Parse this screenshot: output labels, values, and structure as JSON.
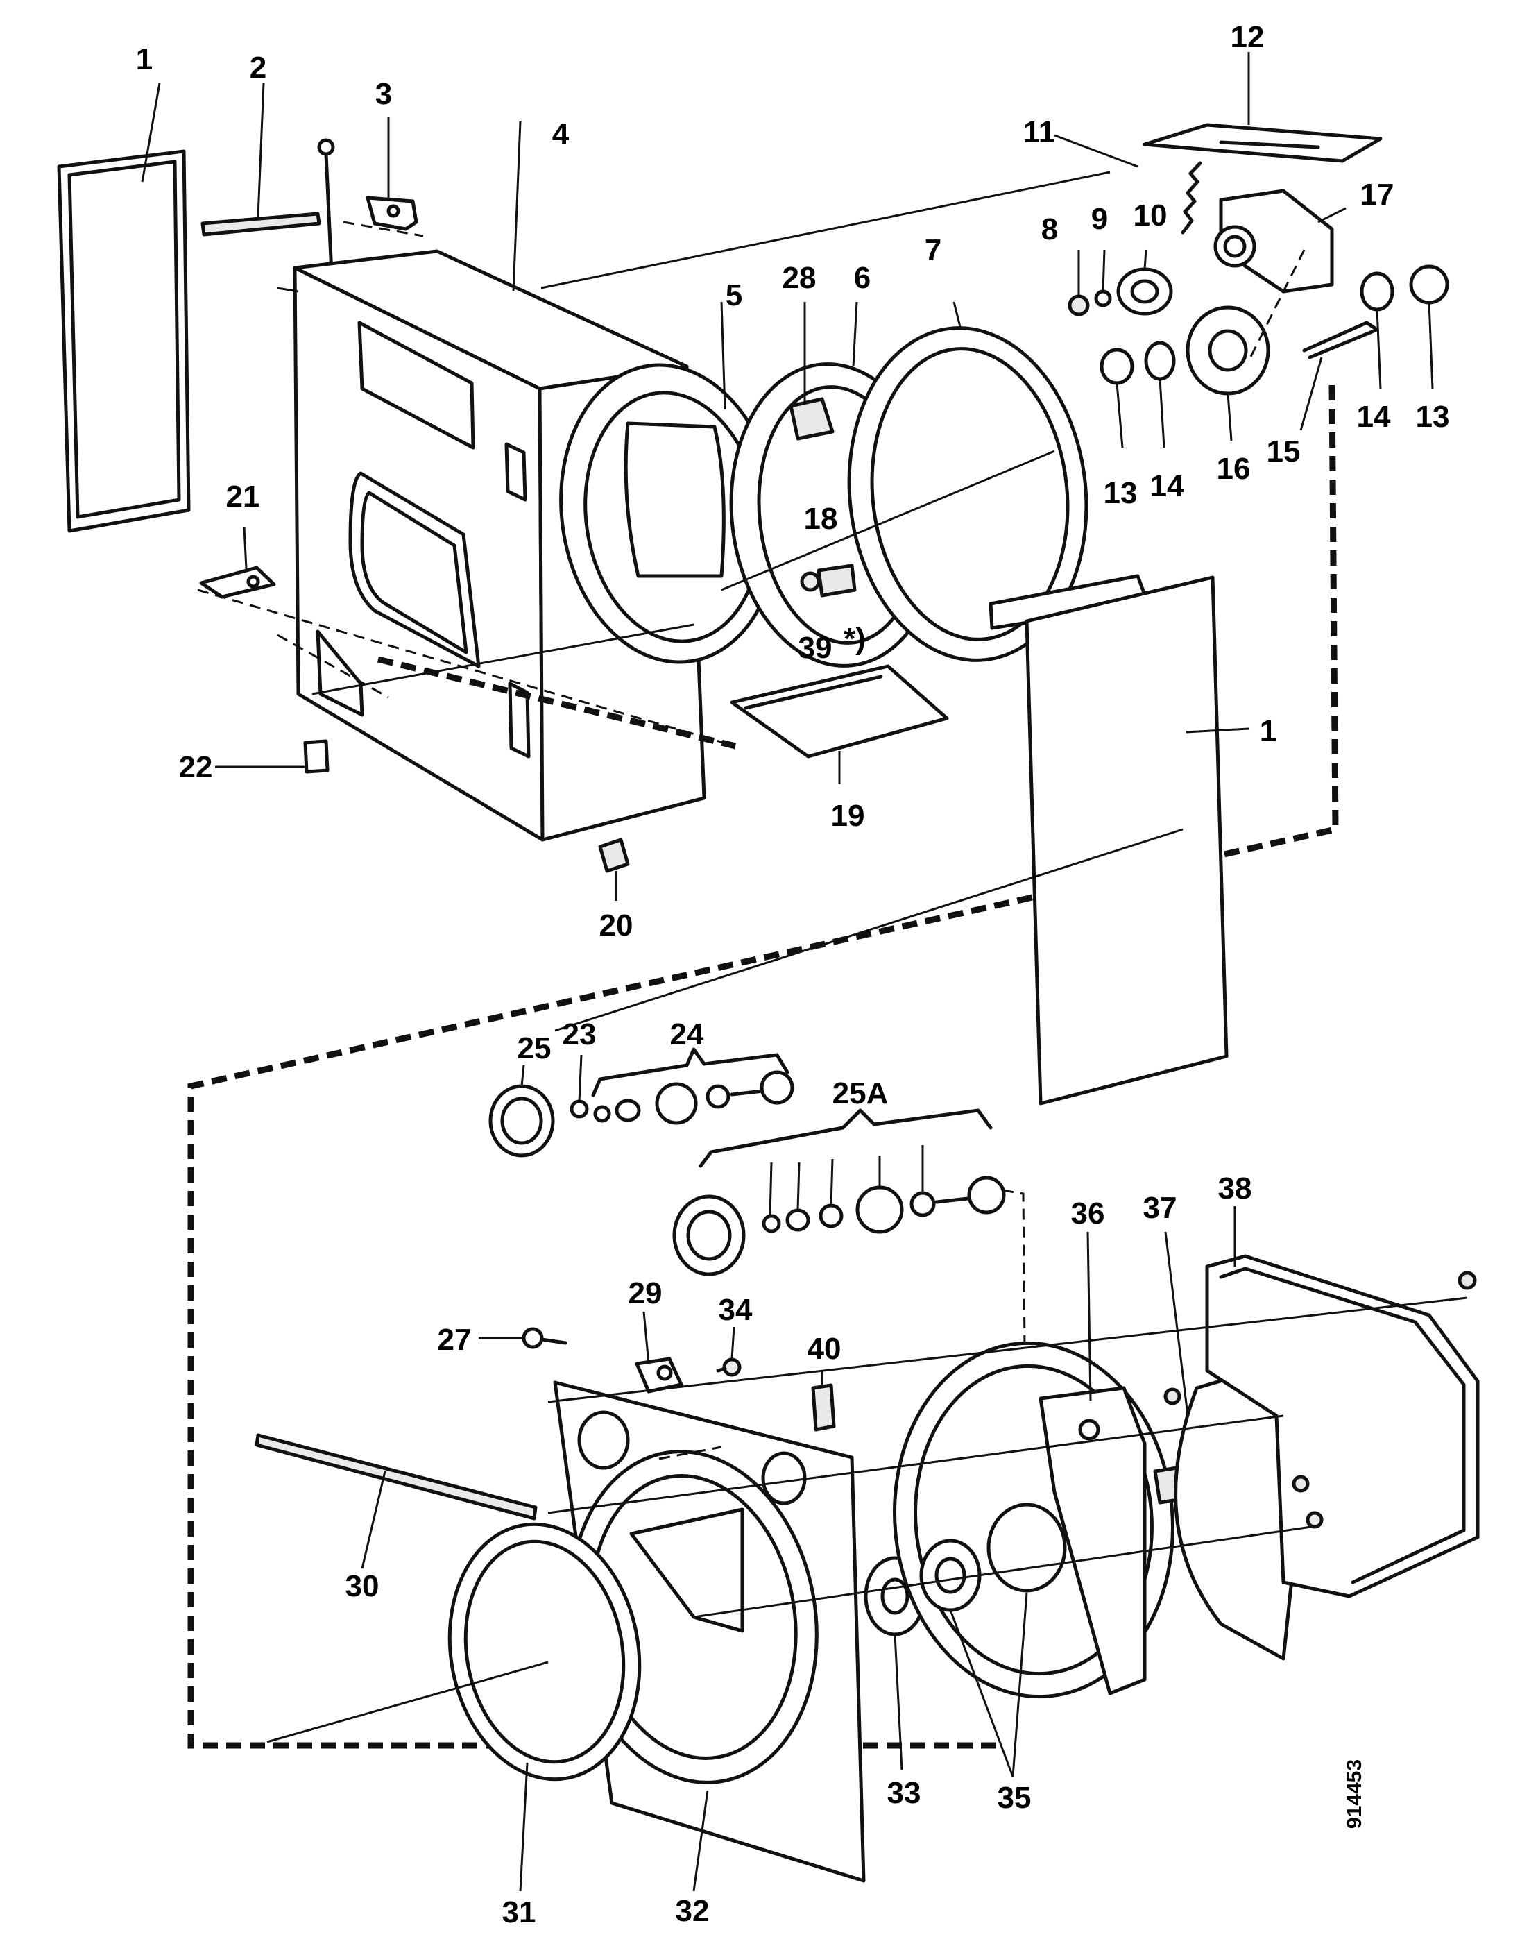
{
  "diagram": {
    "reference_code": "914453",
    "callouts": [
      {
        "id": "c1a",
        "text": "1"
      },
      {
        "id": "c2",
        "text": "2"
      },
      {
        "id": "c3",
        "text": "3"
      },
      {
        "id": "c4",
        "text": "4"
      },
      {
        "id": "c5",
        "text": "5"
      },
      {
        "id": "c28",
        "text": "28"
      },
      {
        "id": "c6",
        "text": "6"
      },
      {
        "id": "c7",
        "text": "7"
      },
      {
        "id": "c8",
        "text": "8"
      },
      {
        "id": "c9",
        "text": "9"
      },
      {
        "id": "c10",
        "text": "10"
      },
      {
        "id": "c11",
        "text": "11"
      },
      {
        "id": "c12",
        "text": "12"
      },
      {
        "id": "c17",
        "text": "17"
      },
      {
        "id": "c14a",
        "text": "14"
      },
      {
        "id": "c13a",
        "text": "13"
      },
      {
        "id": "c15",
        "text": "15"
      },
      {
        "id": "c16",
        "text": "16"
      },
      {
        "id": "c13b",
        "text": "13"
      },
      {
        "id": "c14b",
        "text": "14"
      },
      {
        "id": "c18",
        "text": "18"
      },
      {
        "id": "c39",
        "text": "39"
      },
      {
        "id": "c39s",
        "text": "*)"
      },
      {
        "id": "c21",
        "text": "21"
      },
      {
        "id": "c22",
        "text": "22"
      },
      {
        "id": "c19",
        "text": "19"
      },
      {
        "id": "c20",
        "text": "20"
      },
      {
        "id": "c1b",
        "text": "1"
      },
      {
        "id": "c25",
        "text": "25"
      },
      {
        "id": "c23",
        "text": "23"
      },
      {
        "id": "c24",
        "text": "24"
      },
      {
        "id": "c25A",
        "text": "25A"
      },
      {
        "id": "c29",
        "text": "29"
      },
      {
        "id": "c34",
        "text": "34"
      },
      {
        "id": "c27",
        "text": "27"
      },
      {
        "id": "c40",
        "text": "40"
      },
      {
        "id": "c36",
        "text": "36"
      },
      {
        "id": "c37",
        "text": "37"
      },
      {
        "id": "c38",
        "text": "38"
      },
      {
        "id": "c30",
        "text": "30"
      },
      {
        "id": "c31",
        "text": "31"
      },
      {
        "id": "c32",
        "text": "32"
      },
      {
        "id": "c33",
        "text": "33"
      },
      {
        "id": "c35",
        "text": "35"
      }
    ]
  }
}
